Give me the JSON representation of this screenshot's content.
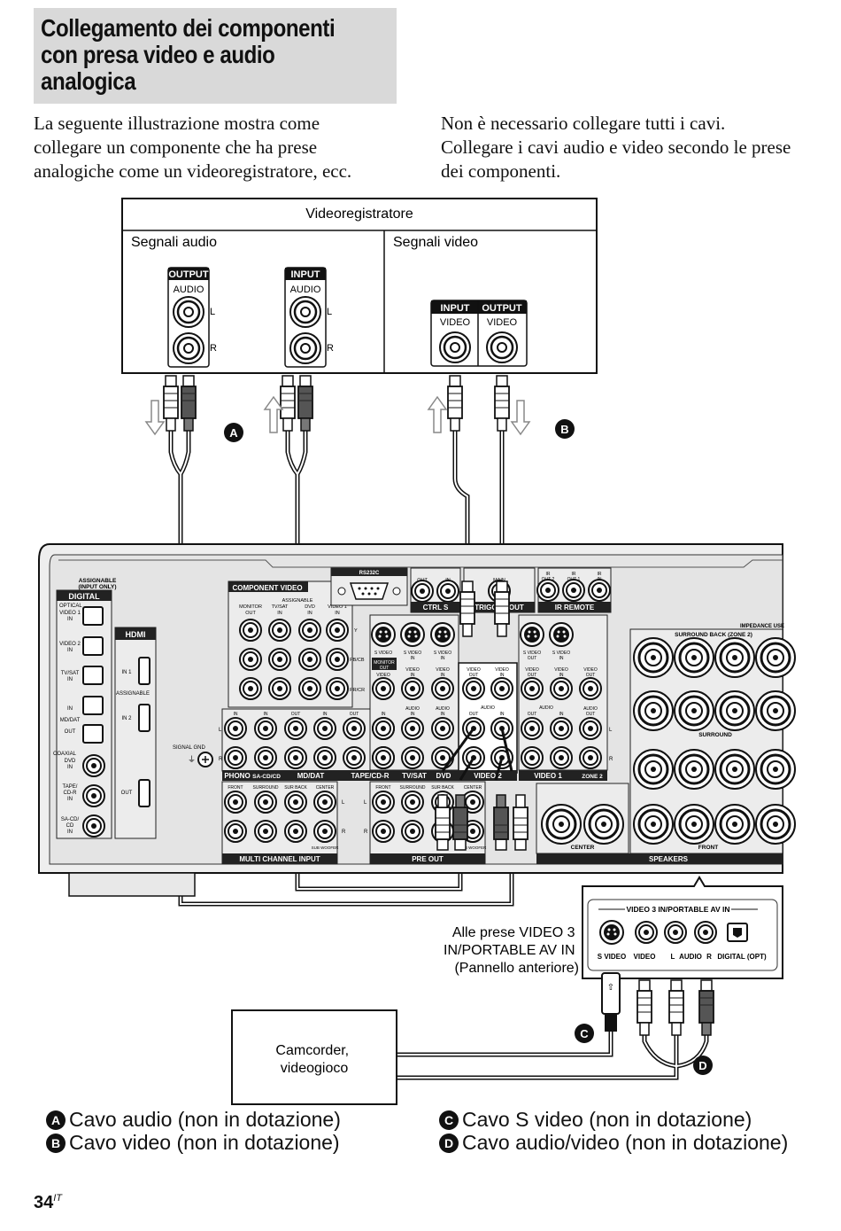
{
  "section_title": "Collegamento dei componenti\ncon presa video e audio\nanalogica",
  "intro_left": "La seguente illustrazione mostra come\ncollegare un componente che ha prese\nanalogiche come un videoregistratore, ecc.",
  "intro_right": "Non è necessario collegare tutti i cavi.\nCollegare i cavi audio e video secondo le prese\ndei componenti.",
  "vcr": {
    "title": "Videoregistratore",
    "audio_label": "Segnali audio",
    "video_label": "Segnali video",
    "output_tag": "OUTPUT",
    "input_tag": "INPUT",
    "audio_text": "AUDIO",
    "video_text": "VIDEO",
    "left": "L",
    "right": "R"
  },
  "callouts": {
    "a": "A",
    "b": "B",
    "c": "C",
    "d": "D"
  },
  "receiver": {
    "assignable_input_only": "ASSIGNABLE\n(INPUT ONLY)",
    "digital": "DIGITAL",
    "optical": "OPTICAL",
    "video1_in": "VIDEO 1\nIN",
    "video2_in": "VIDEO 2\nIN",
    "tvsat_in": "TV/SAT\nIN",
    "md_dat": "IN\nMD/DAT\nOUT",
    "coaxial": "COAXIAL",
    "dvd_in": "DVD\nIN",
    "tape_cdr_in": "TAPE/\nCD-R\nIN",
    "sacd_cd_in": "SA-CD/\nCD\nIN",
    "hdmi": "HDMI",
    "hdmi_in1": "IN 1",
    "hdmi_assignable": "ASSIGNABLE",
    "hdmi_in2": "IN 2",
    "hdmi_out": "OUT",
    "signal_gnd": "SIGNAL GND",
    "component_video": "COMPONENT VIDEO",
    "assignable": "ASSIGNABLE",
    "monitor_out": "MONITOR\nOUT",
    "tvsat_col": "TV/SAT\nIN",
    "dvd_col": "DVD\nIN",
    "video1_col": "VIDEO 1\nIN",
    "y": "Y",
    "pb_cb": "PB/CB",
    "pr_cr": "PR/CR",
    "rs232c": "RS232C",
    "ctrl_s": "CTRL S",
    "trigger_out": "TRIGGER OUT",
    "ir_remote": "IR REMOTE",
    "out": "OUT",
    "in": "IN",
    "ir_out2": "IR\nOUT 2",
    "ir_out1": "IR\nOUT 1",
    "ir_in": "IR\nIN",
    "main": "MAIN",
    "impedance": "IMPEDANCE USE",
    "surround_back": "SURROUND BACK (ZONE 2)",
    "surround": "SURROUND",
    "front": "FRONT",
    "center": "CENTER",
    "speakers": "SPEAKERS",
    "phono": "PHONO",
    "sacd_cd": "SA-CD/CD",
    "md_dat_bar": "MD/DAT",
    "tape_cdr": "TAPE/CD-R",
    "tvsat": "TV/SAT",
    "dvd": "DVD",
    "video2": "VIDEO 2",
    "video1": "VIDEO 1",
    "zone2": "ZONE 2",
    "multi_channel_input": "MULTI CHANNEL INPUT",
    "pre_out": "PRE OUT",
    "surround_col": "SURROUND",
    "sur_back": "SUR BACK",
    "sub_woofer": "SUB WOOFER",
    "s_video": "S VIDEO",
    "video": "VIDEO",
    "audio_in": "AUDIO\nIN",
    "audio_out": "AUDIO\nOUT",
    "video_out": "VIDEO\nOUT",
    "video_in": "VIDEO\nIN",
    "monitor_out_tag": "MONITOR\nOUT"
  },
  "front_panel": {
    "note": "Alle prese VIDEO 3\nIN/PORTABLE AV IN\n(Pannello anteriore)",
    "header": "VIDEO 3 IN/PORTABLE AV IN",
    "s_video": "S VIDEO",
    "video": "VIDEO",
    "l": "L",
    "audio": "AUDIO",
    "r": "R",
    "digital_opt": "DIGITAL (OPT)"
  },
  "camcorder": "Camcorder,\nvideogioco",
  "legend": [
    {
      "badge": "A",
      "text": "Cavo audio (non in dotazione)"
    },
    {
      "badge": "B",
      "text": "Cavo video (non in dotazione)"
    },
    {
      "badge": "C",
      "text": "Cavo S video (non in dotazione)"
    },
    {
      "badge": "D",
      "text": "Cavo audio/video (non in dotazione)"
    }
  ],
  "page_number": "34",
  "page_suffix": "IT"
}
